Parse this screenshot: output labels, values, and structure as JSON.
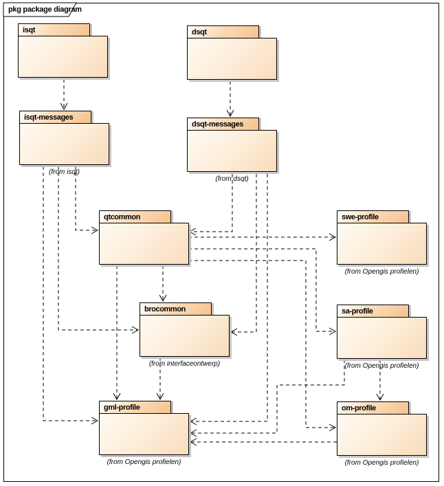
{
  "frame": {
    "title": "pkg package diagram"
  },
  "packages": [
    {
      "id": "isqt",
      "name": "isqt",
      "from": ""
    },
    {
      "id": "dsqt",
      "name": "dsqt",
      "from": ""
    },
    {
      "id": "isqt-messages",
      "name": "isqt-messages",
      "from": "(from isqt)"
    },
    {
      "id": "dsqt-messages",
      "name": "dsqt-messages",
      "from": "(from dsqt)"
    },
    {
      "id": "qtcommon",
      "name": "qtcommon",
      "from": ""
    },
    {
      "id": "swe-profile",
      "name": "swe-profile",
      "from": "(from Opengis profielen)"
    },
    {
      "id": "brocommon",
      "name": "brocommon",
      "from": "(from interfaceontwerp)"
    },
    {
      "id": "sa-profile",
      "name": "sa-profile",
      "from": "(from Opengis profielen)"
    },
    {
      "id": "gml-profile",
      "name": "gml-profile",
      "from": "(from Opengis profielen)"
    },
    {
      "id": "om-profile",
      "name": "om-profile",
      "from": "(from Opengis profielen)"
    }
  ],
  "connections": [
    {
      "from": "isqt",
      "to": "isqt-messages",
      "type": "dependency"
    },
    {
      "from": "dsqt",
      "to": "dsqt-messages",
      "type": "dependency"
    },
    {
      "from": "isqt-messages",
      "to": "qtcommon",
      "type": "dependency"
    },
    {
      "from": "isqt-messages",
      "to": "brocommon",
      "type": "dependency"
    },
    {
      "from": "isqt-messages",
      "to": "gml-profile",
      "type": "dependency"
    },
    {
      "from": "dsqt-messages",
      "to": "qtcommon",
      "type": "dependency"
    },
    {
      "from": "dsqt-messages",
      "to": "brocommon",
      "type": "dependency"
    },
    {
      "from": "dsqt-messages",
      "to": "gml-profile",
      "type": "dependency"
    },
    {
      "from": "qtcommon",
      "to": "swe-profile",
      "type": "dependency"
    },
    {
      "from": "qtcommon",
      "to": "sa-profile",
      "type": "dependency"
    },
    {
      "from": "qtcommon",
      "to": "om-profile",
      "type": "dependency"
    },
    {
      "from": "qtcommon",
      "to": "brocommon",
      "type": "dependency"
    },
    {
      "from": "qtcommon",
      "to": "gml-profile",
      "type": "dependency"
    },
    {
      "from": "brocommon",
      "to": "gml-profile",
      "type": "dependency"
    },
    {
      "from": "sa-profile",
      "to": "om-profile",
      "type": "dependency"
    },
    {
      "from": "sa-profile",
      "to": "gml-profile",
      "type": "dependency"
    },
    {
      "from": "om-profile",
      "to": "gml-profile",
      "type": "dependency"
    }
  ],
  "colors": {
    "package_fill": "#fdecd7",
    "package_tab_dark": "#f5c28d",
    "border": "#000000",
    "shadow": "#c6c6ca",
    "background": "#ffffff"
  }
}
